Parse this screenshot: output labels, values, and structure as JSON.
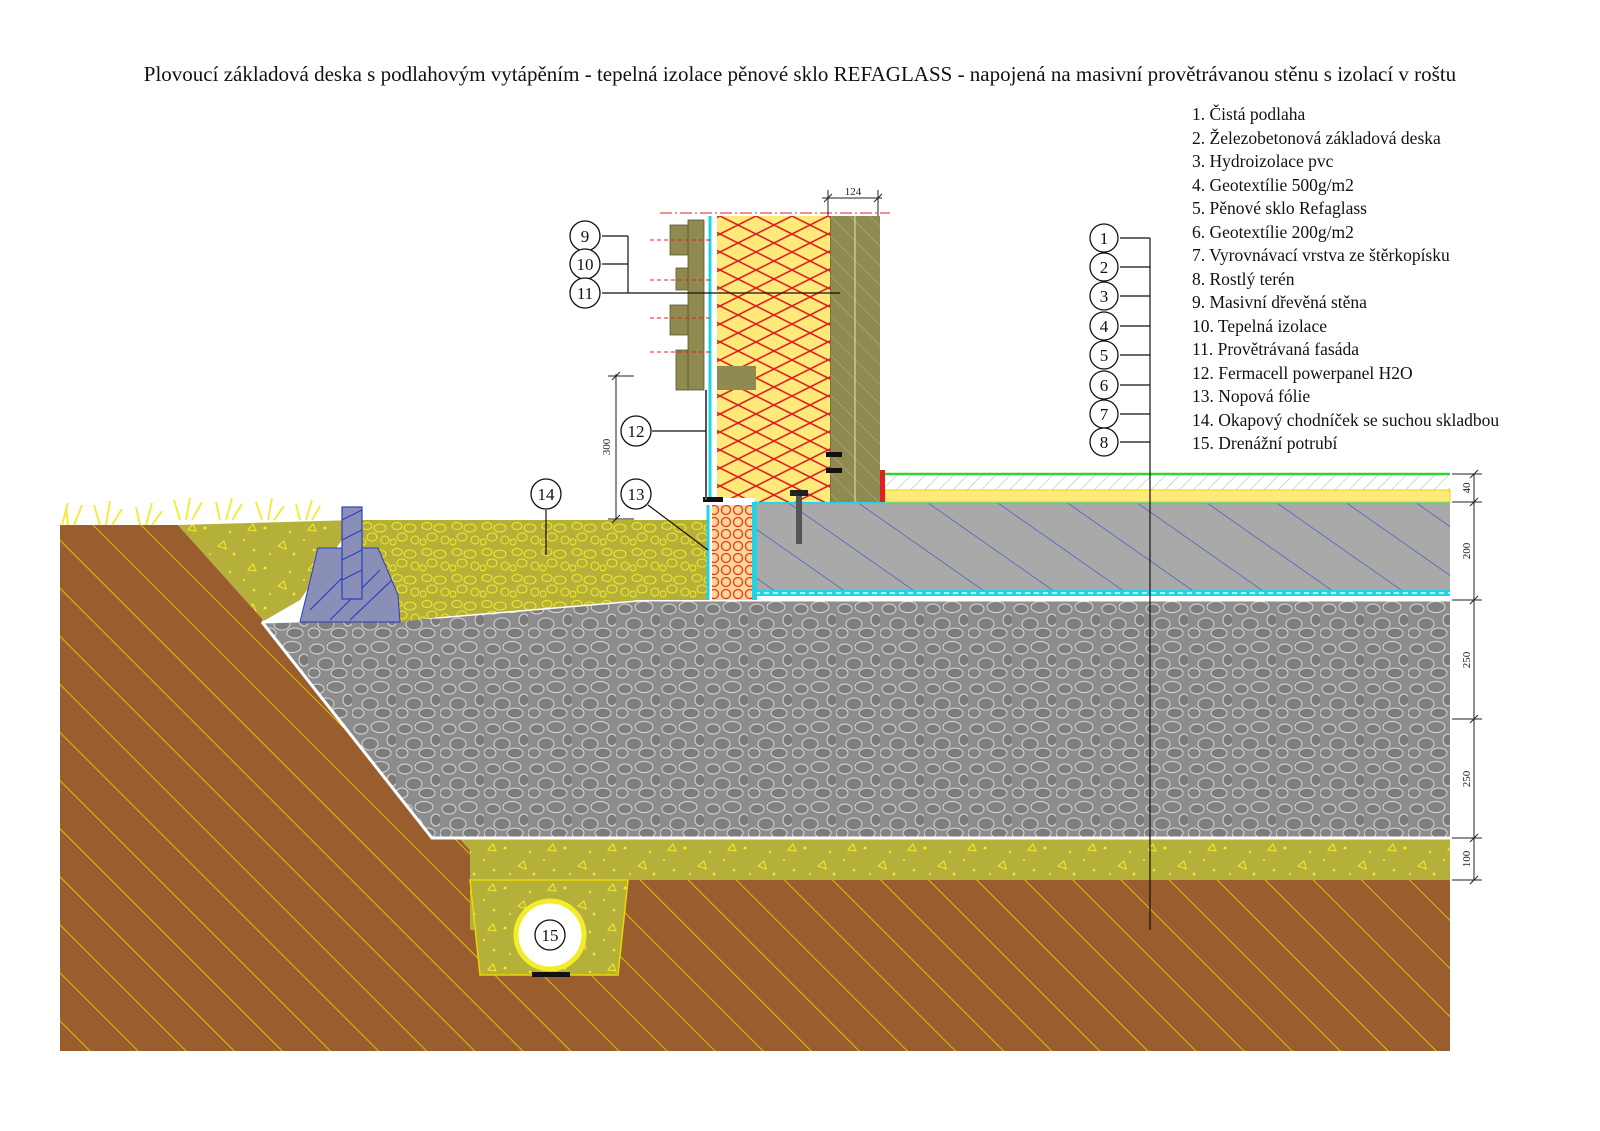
{
  "title": "Plovoucí základová deska s podlahovým vytápěním - tepelná izolace pěnové sklo REFAGLASS - napojená na masivní provětrávanou stěnu s izolací v roštu",
  "legend": [
    "1. Čistá podlaha",
    "2. Železobetonová základová deska",
    "3. Hydroizolace pvc",
    "4. Geotextílie 500g/m2",
    "5. Pěnové sklo Refaglass",
    "6. Geotextílie 200g/m2",
    "7. Vyrovnávací vrstva ze štěrkopísku",
    "8. Rostlý terén",
    "9. Masivní dřevěná stěna",
    "10. Tepelná izolace",
    "11. Provětrávaná fasáda",
    "12. Fermacell powerpanel H2O",
    "13. Nopová fólie",
    "14. Okapový chodníček se suchou skladbou",
    "15. Drenážní potrubí"
  ],
  "markers": {
    "m1": "1",
    "m2": "2",
    "m3": "3",
    "m4": "4",
    "m5": "5",
    "m6": "6",
    "m7": "7",
    "m8": "8",
    "m9": "9",
    "m10": "10",
    "m11": "11",
    "m12": "12",
    "m13": "13",
    "m14": "14",
    "m15": "15"
  },
  "dimensions": {
    "wall_cladding": "124",
    "plinth_height": "300",
    "floor": "40",
    "slab": "200",
    "glass_1": "250",
    "glass_2": "250",
    "gravel_bed": "100"
  },
  "colors": {
    "soil": "#9a5e2e",
    "soil_hatch": "#e8d800",
    "gravel_bed": "#b5b03a",
    "foam_glass": "#8c8c8c",
    "concrete": "#a9a9aa",
    "insulation": "#ffe97a",
    "timber": "#8f8a4f",
    "hydro": "#20d4e8"
  }
}
